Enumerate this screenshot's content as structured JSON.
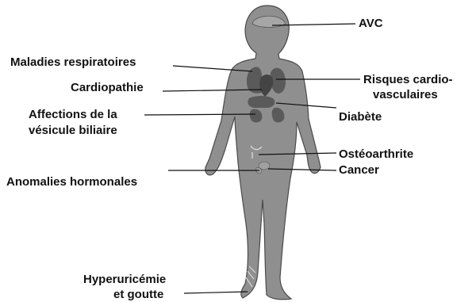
{
  "labels": {
    "avc": "AVC",
    "maladies_respiratoires": "Maladies respiratoires",
    "cardiopathie": "Cardiopathie",
    "affections_line1": "Affections de la",
    "affections_line2": "vésicule biliaire",
    "anomalies_hormonales": "Anomalies hormonales",
    "hyperuricemie_line1": "Hyperuricémie",
    "hyperuricemie_line2": "et goutte",
    "risques_line1": "Risques cardio-",
    "risques_line2": "vasculaires",
    "diabete": "Diabète",
    "osteoarthrite": "Ostéoarthrite",
    "cancer": "Cancer"
  },
  "colors": {
    "body": "#8f8f8f",
    "organs": "#5a5a5a",
    "outline": "#4a4a4a",
    "leader_lines": "#111111"
  }
}
